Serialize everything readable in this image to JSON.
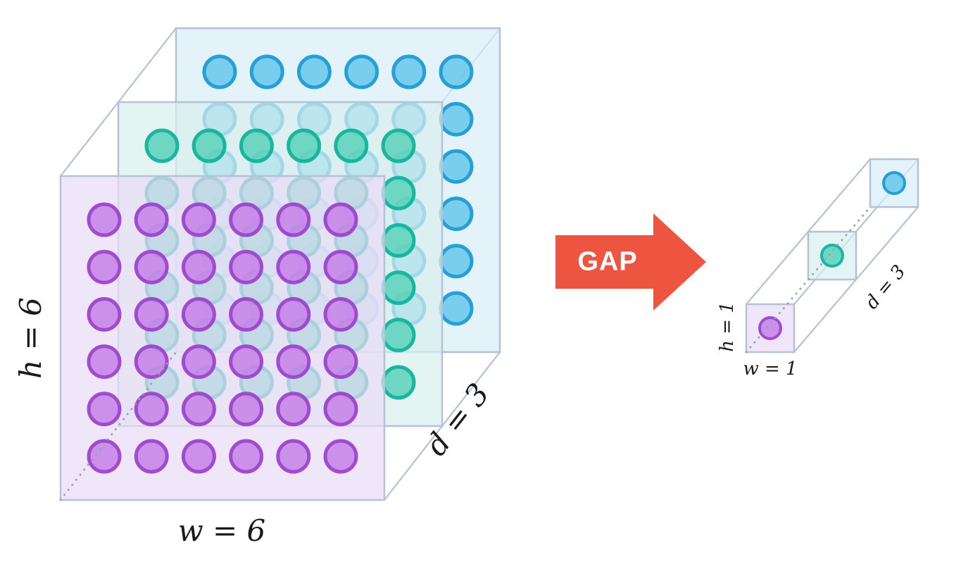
{
  "diagram": {
    "left_tensor": {
      "h_label": "h = 6",
      "w_label": "w = 6",
      "d_label": "d = 3",
      "grid": 6,
      "depth": 3,
      "layers": [
        {
          "name": "purple",
          "plane_fill": "#eadcf7",
          "plane_stroke": "#b3c2d6",
          "dot_fill": "#c27ce6",
          "dot_stroke": "#9d44cc"
        },
        {
          "name": "teal",
          "plane_fill": "#d8f0ec",
          "plane_stroke": "#b3c2d6",
          "dot_fill": "#55d0b8",
          "dot_stroke": "#10b49b"
        },
        {
          "name": "blue",
          "plane_fill": "#d8edf8",
          "plane_stroke": "#b3c2d6",
          "dot_fill": "#62c4ea",
          "dot_stroke": "#1f9cd4"
        }
      ]
    },
    "arrow": {
      "label": "GAP",
      "fill": "#ee5540",
      "text_color": "#ffffff"
    },
    "right_tensor": {
      "h_label": "h = 1",
      "w_label": "w = 1",
      "d_label": "d = 3",
      "grid": 1,
      "depth": 3,
      "layers": [
        {
          "name": "purple",
          "plane_fill": "#eadcf7",
          "plane_stroke": "#b3c2d6",
          "dot_fill": "#c27ce6",
          "dot_stroke": "#9d44cc"
        },
        {
          "name": "teal",
          "plane_fill": "#d8f0ec",
          "plane_stroke": "#b3c2d6",
          "dot_fill": "#55d0b8",
          "dot_stroke": "#10b49b"
        },
        {
          "name": "blue",
          "plane_fill": "#d8edf8",
          "plane_stroke": "#b3c2d6",
          "dot_fill": "#62c4ea",
          "dot_stroke": "#1f9cd4"
        }
      ]
    },
    "edge_color": "#b3c2d6",
    "hidden_edge_color": "#9aa4ae"
  }
}
